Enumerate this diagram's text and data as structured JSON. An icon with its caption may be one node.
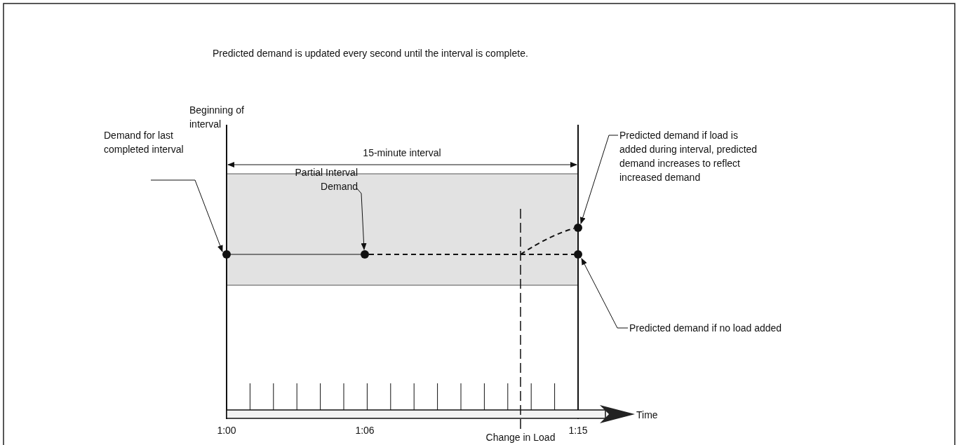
{
  "diagram": {
    "title": "Predicted demand is updated every second until the interval is complete.",
    "nodes": [
      {
        "text": [
          "Demand for last completed interval"
        ]
      },
      {
        "text": [],
        "shape": "circle"
      },
      {
        "text": [
          "Partial Interval Demand"
        ]
      },
      {
        "text": [],
        "shape": "circle"
      },
      {
        "text": [
          "Predicted demand if load is added during interval, predicted demand increases to reflect increased demand"
        ]
      },
      {
        "text": [],
        "shape": "circle"
      },
      {
        "text": [
          "Predicted demand if no load added"
        ]
      },
      {
        "text": [],
        "shape": "circle"
      },
      {
        "text": [
          "Change in Load"
        ]
      }
    ],
    "edges": [
      {
        "from": 0,
        "to": 1,
        "arrow": "to"
      },
      {
        "from": 2,
        "to": 3,
        "arrow": "to"
      },
      {
        "from": 4,
        "to": 5,
        "arrow": "to"
      },
      {
        "from": 6,
        "to": 7,
        "arrow": "to"
      },
      {
        "from": 1,
        "to": 3,
        "arrow": "none"
      },
      {
        "from": 3,
        "to": 7,
        "arrow": "none",
        "style": "dashed"
      },
      {
        "from": null,
        "to": 5,
        "arrow": "none",
        "style": "dashed"
      },
      {
        "from": 8,
        "to": null,
        "arrow": "none",
        "style": "dashed"
      }
    ],
    "labels": [
      "Beginning of interval",
      "15-minute interval",
      "1:00",
      "1:06",
      "1:15",
      "Time"
    ]
  }
}
